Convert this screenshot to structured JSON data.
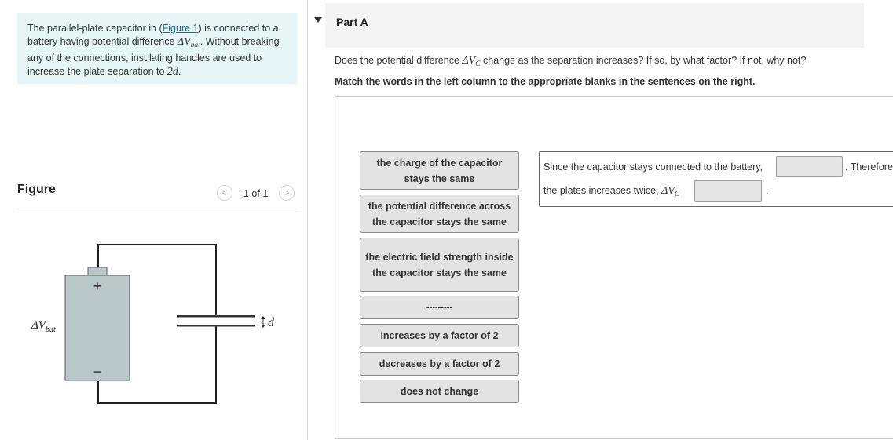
{
  "problem": {
    "text_before_link": "The parallel-plate capacitor in (",
    "link_text": "Figure 1",
    "text_after_link": ") is connected to a battery having potential difference ",
    "vbat_symbol": "ΔV",
    "vbat_subscript": "bat",
    "text_after_symbol": ". Without breaking any of the connections, insulating handles are used to increase the plate separation to ",
    "separation": "2d",
    "text_end": "."
  },
  "figure": {
    "title": "Figure",
    "pager": "1 of 1",
    "prev_symbol": "<",
    "next_symbol": ">",
    "plus_label": "+",
    "minus_label": "−",
    "vbat_label": "ΔV",
    "vbat_label_sub": "bat",
    "d_label": "d"
  },
  "part": {
    "title": "Part A",
    "question_before": "Does the potential difference ",
    "question_symbol": "ΔV",
    "question_subscript": "C",
    "question_after": " change as the separation increases? If so, by what factor? If not, why not?",
    "instructions": "Match the words in the left column to the appropriate blanks in the sentences on the right."
  },
  "tiles": [
    "the charge of the capacitor stays the same",
    "the potential difference across the capacitor stays the same",
    "the electric field strength inside the capacitor stays the same",
    "---------",
    "increases by a factor of 2",
    "decreases by a factor of 2",
    "does not change"
  ],
  "sentence": {
    "part1": "Since the capacitor stays connected to the battery,",
    "part2": ". Therefore",
    "part3": "the plates increases twice, ",
    "symbol": "ΔV",
    "subscript": "C",
    "part4": "."
  },
  "colors": {
    "problem_bg": "#e6f6f6",
    "link": "#0b6fa4",
    "battery_fill": "#b9c8c8",
    "tile_bg": "#e3e3e3"
  }
}
